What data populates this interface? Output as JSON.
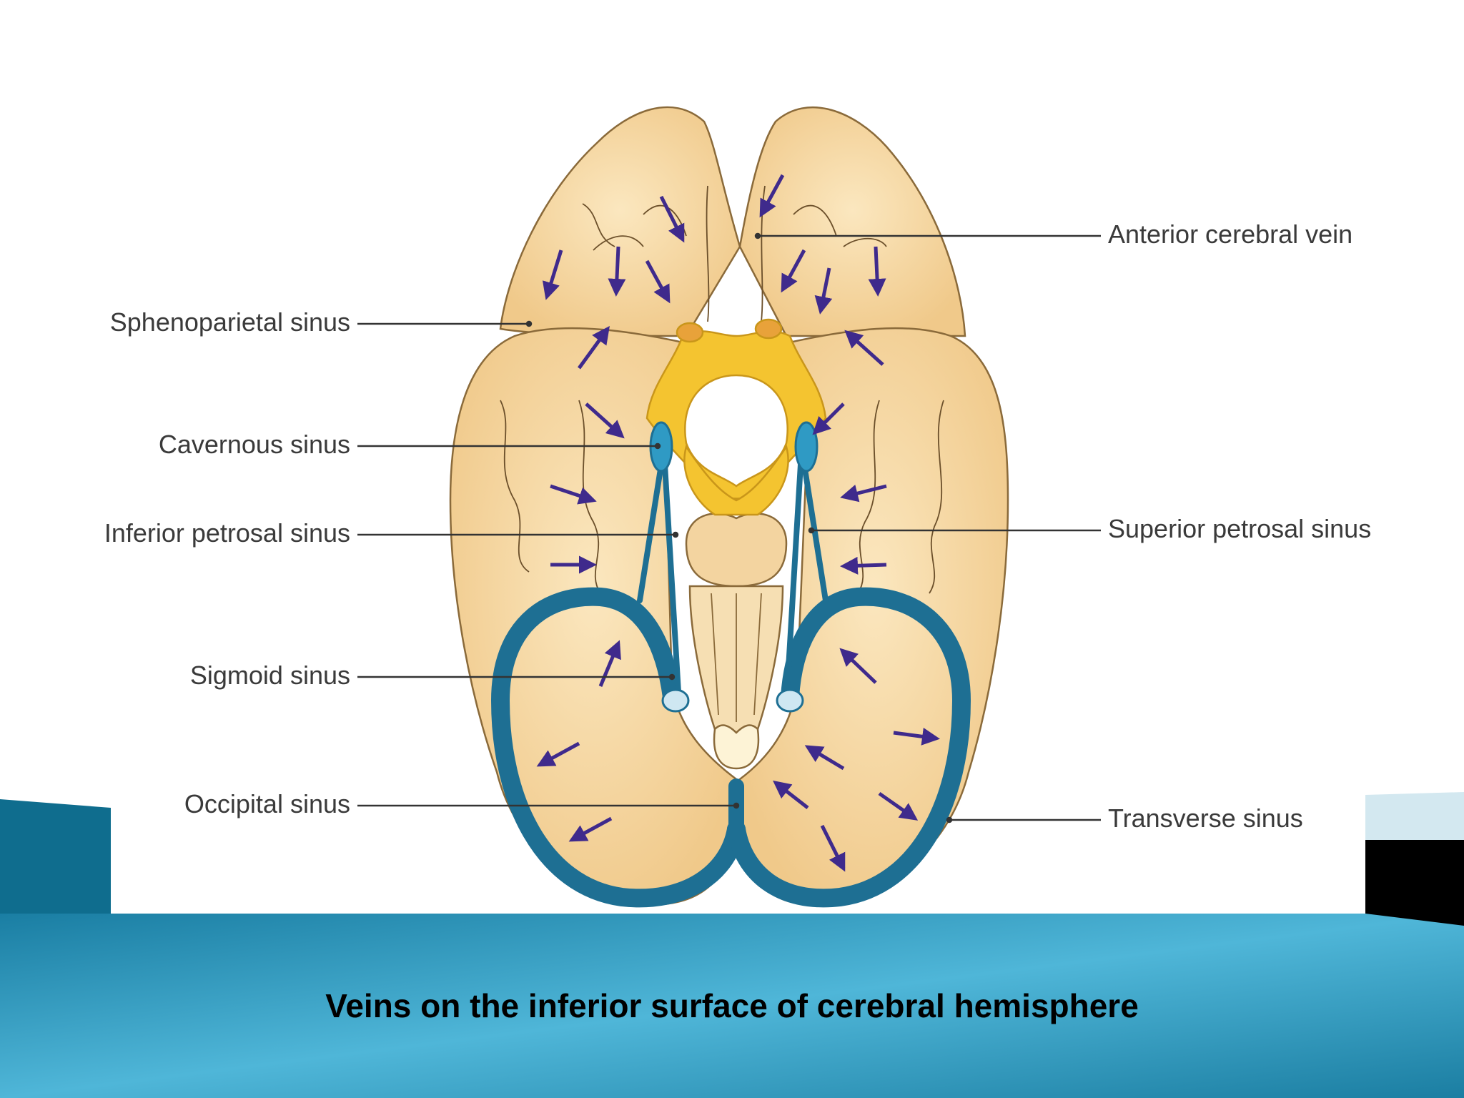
{
  "caption": "Veins on the inferior surface of cerebral hemisphere",
  "labels": {
    "anterior_cerebral_vein": "Anterior cerebral vein",
    "sphenoparietal_sinus": "Sphenoparietal sinus",
    "cavernous_sinus": "Cavernous sinus",
    "inferior_petrosal_sinus": "Inferior petrosal sinus",
    "superior_petrosal_sinus": "Superior petrosal sinus",
    "sigmoid_sinus": "Sigmoid sinus",
    "occipital_sinus": "Occipital sinus",
    "transverse_sinus": "Transverse sinus"
  },
  "colors": {
    "brain": "#f6dcaa",
    "brain_outline": "#8a6a3a",
    "sinus": "#1e6f93",
    "sinus_light": "#2f9ac4",
    "circle_of_willis": "#f4c430",
    "arrow": "#3f2a8c",
    "footer_band": "#2b8fb3",
    "accent_dark": "#0d5f7a"
  }
}
